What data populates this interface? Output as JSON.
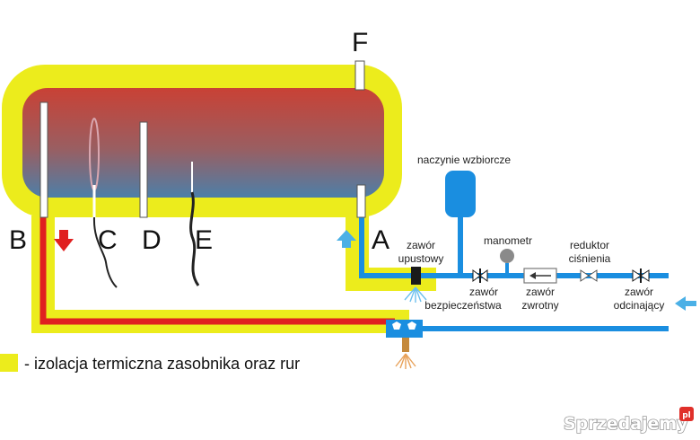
{
  "labels": {
    "A": "A",
    "B": "B",
    "C": "C",
    "D": "D",
    "E": "E",
    "F": "F"
  },
  "components": {
    "expansion_vessel": "naczynie wzbiorcze",
    "drain_valve_line1": "zawór",
    "drain_valve_line2": "upustowy",
    "pressure_gauge": "manometr",
    "reducer_line1": "reduktor",
    "reducer_line2": "ciśnienia",
    "safety_valve_line1": "zawór",
    "safety_valve_line2": "bezpieczeństwa",
    "check_valve_line1": "zawór",
    "check_valve_line2": "zwrotny",
    "shutoff_valve_line1": "zawór",
    "shutoff_valve_line2": "odcinający"
  },
  "legend": {
    "text": "- izolacja termiczna zasobnika oraz rur"
  },
  "watermark": {
    "brand": "Sprzedajemy",
    "suffix": "pl"
  },
  "colors": {
    "insulation": "#ecec1c",
    "hot_water": "#e02020",
    "cold_water": "#1a8ee0",
    "tank_top": "#c84336",
    "tank_bottom": "#4d7fa8"
  }
}
